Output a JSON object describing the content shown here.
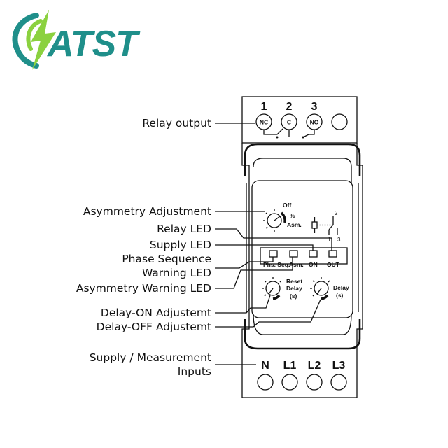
{
  "brand": {
    "name": "ATST",
    "color_primary": "#1f8f8a",
    "color_accent": "#8bd13f"
  },
  "labels": {
    "relay_output": "Relay output",
    "asymmetry_adjustment": "Asymmetry Adjustment",
    "relay_led": "Relay LED",
    "supply_led": "Supply LED",
    "phase_sequence": "Phase Sequence",
    "warning_led": "Warning LED",
    "asymmetry_warning_led": "Asymmetry Warning LED",
    "delay_on_adjustment": "Delay-ON Adjustemt",
    "delay_off_adjustment": "Delay-OFF Adjustemt",
    "supply_measurement": "Supply / Measurement",
    "inputs": "Inputs"
  },
  "top_terminals": {
    "numbers": [
      "1",
      "2",
      "3"
    ],
    "codes": [
      "NC",
      "C",
      "NO"
    ]
  },
  "bottom_terminals": [
    "N",
    "L1",
    "L2",
    "L3"
  ],
  "panel": {
    "asm_dial": {
      "off": "Off",
      "unit": "%",
      "name": "Asm."
    },
    "leds": [
      "Phs. Seq.",
      "Asm.",
      "ON",
      "OUT"
    ],
    "reset_dial": {
      "line1": "Reset",
      "line2": "Delay",
      "line3": "(s)"
    },
    "delay_dial": {
      "line1": "Delay",
      "line2": "(s)"
    },
    "symbol_numbers": {
      "top": "2",
      "left": "1",
      "right": "3"
    }
  }
}
